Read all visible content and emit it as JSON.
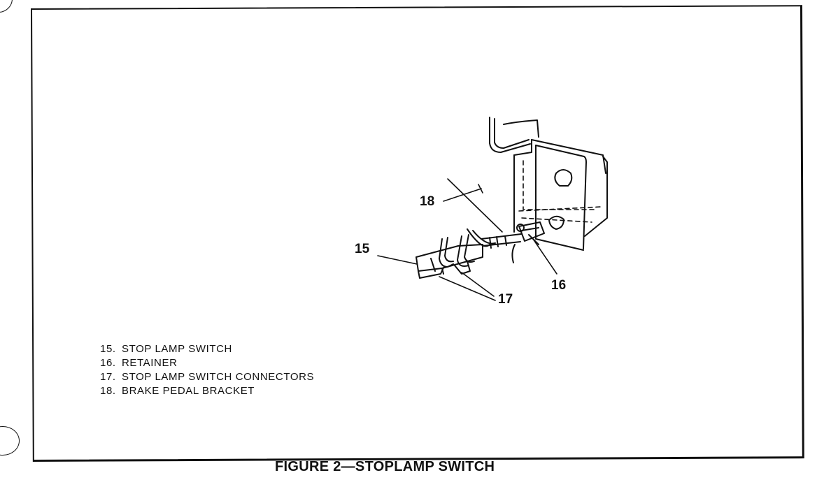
{
  "callouts": {
    "c15": "15",
    "c16": "16",
    "c17": "17",
    "c18": "18"
  },
  "legend": [
    {
      "num": "15.",
      "label": "STOP LAMP SWITCH"
    },
    {
      "num": "16.",
      "label": "RETAINER"
    },
    {
      "num": "17.",
      "label": "STOP LAMP SWITCH CONNECTORS"
    },
    {
      "num": "18.",
      "label": "BRAKE PEDAL BRACKET"
    }
  ],
  "caption": "FIGURE 2—STOPLAMP SWITCH"
}
